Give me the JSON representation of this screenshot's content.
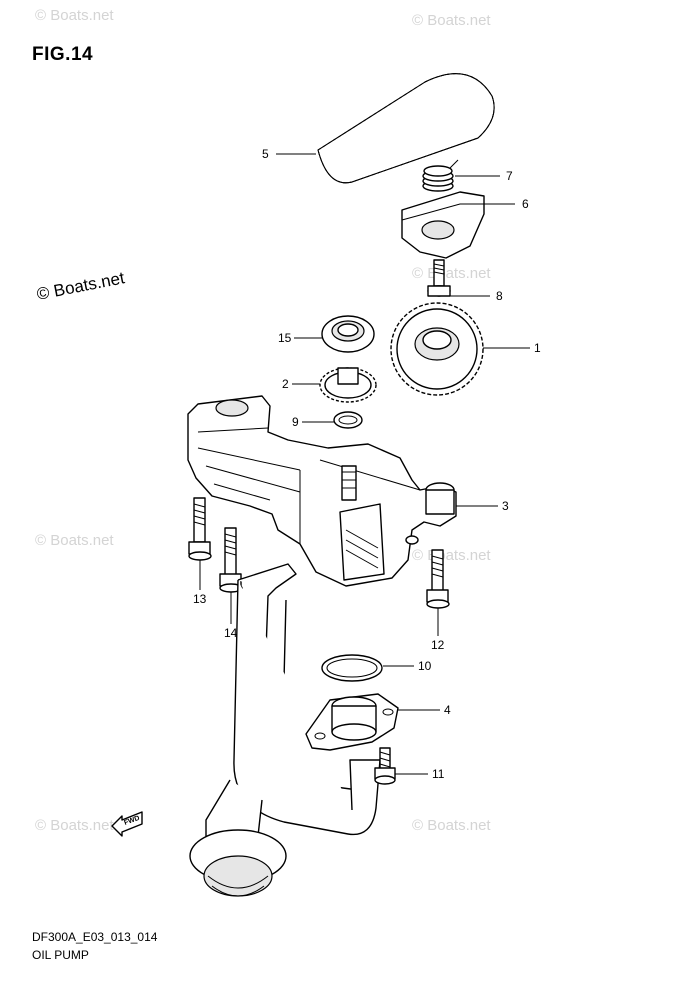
{
  "figure": {
    "title": "FIG.14",
    "code": "DF300A_E03_013_014",
    "name": "OIL PUMP"
  },
  "watermark": {
    "text": "© Boats.net"
  },
  "fwd_label": "FWD",
  "callouts": {
    "c1": "1",
    "c2": "2",
    "c3": "3",
    "c4": "4",
    "c5": "5",
    "c6": "6",
    "c7": "7",
    "c8": "8",
    "c9": "9",
    "c10": "10",
    "c11": "11",
    "c12": "12",
    "c13": "13",
    "c14": "14",
    "c15": "15"
  },
  "colors": {
    "line": "#000000",
    "watermark": "#d4d4d4",
    "background": "#ffffff"
  }
}
